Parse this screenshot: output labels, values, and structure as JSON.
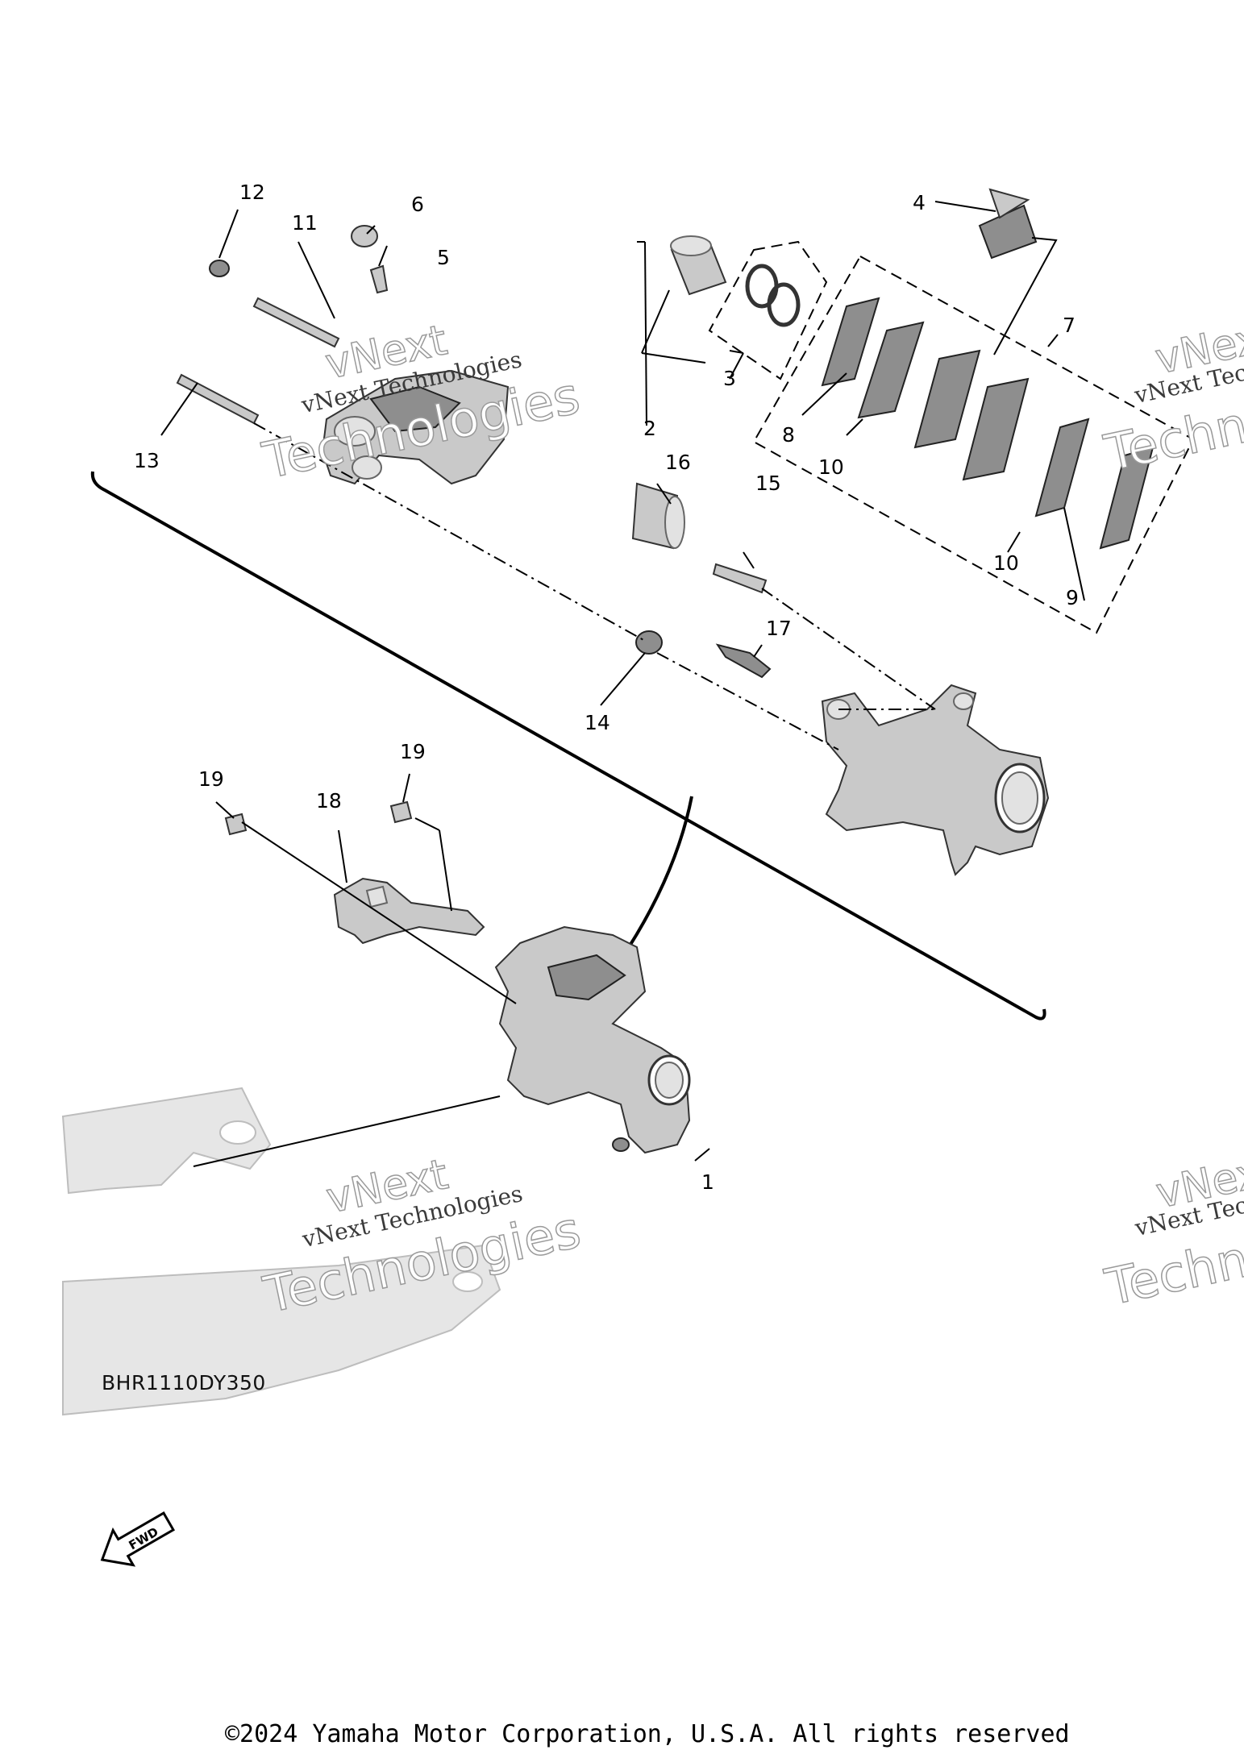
{
  "callouts": [
    {
      "id": "c1",
      "text": "1"
    },
    {
      "id": "c2",
      "text": "2"
    },
    {
      "id": "c3",
      "text": "3"
    },
    {
      "id": "c4",
      "text": "4"
    },
    {
      "id": "c5",
      "text": "5"
    },
    {
      "id": "c6",
      "text": "6"
    },
    {
      "id": "c7",
      "text": "7"
    },
    {
      "id": "c8",
      "text": "8"
    },
    {
      "id": "c9",
      "text": "9"
    },
    {
      "id": "c10a",
      "text": "10"
    },
    {
      "id": "c10b",
      "text": "10"
    },
    {
      "id": "c11",
      "text": "11"
    },
    {
      "id": "c12",
      "text": "12"
    },
    {
      "id": "c13",
      "text": "13"
    },
    {
      "id": "c14",
      "text": "14"
    },
    {
      "id": "c15",
      "text": "15"
    },
    {
      "id": "c16",
      "text": "16"
    },
    {
      "id": "c17",
      "text": "17"
    },
    {
      "id": "c18",
      "text": "18"
    },
    {
      "id": "c19a",
      "text": "19"
    },
    {
      "id": "c19b",
      "text": "19"
    }
  ],
  "watermark": {
    "line1": "vNext",
    "line2": "vNext Technologies",
    "line3": "Technologies"
  },
  "fwd_label": "FWD",
  "diagram_code": "BHR1110DY350",
  "copyright": "©2024 Yamaha Motor Corporation, U.S.A. All rights reserved"
}
